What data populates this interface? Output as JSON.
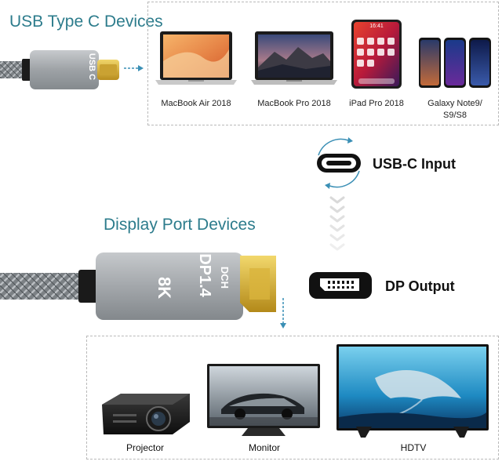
{
  "usb_section": {
    "title": "USB Type C Devices",
    "connector_text": "USB C",
    "devices": [
      {
        "label": "MacBook Air 2018",
        "icon": "laptop-icon"
      },
      {
        "label": "MacBook Pro 2018",
        "icon": "laptop-icon"
      },
      {
        "label": "iPad Pro 2018",
        "icon": "tablet-icon"
      },
      {
        "label": "Galaxy Note9/",
        "label2": "S9/S8",
        "icon": "phone-icon"
      }
    ],
    "ipad_time": "16:41"
  },
  "dp_section": {
    "title": "Display Port Devices",
    "connector_text_1": "DP1.4",
    "connector_text_2": "8K",
    "brand": "DCH",
    "devices": [
      {
        "label": "Projector",
        "icon": "projector-icon"
      },
      {
        "label": "Monitor",
        "icon": "monitor-icon"
      },
      {
        "label": "HDTV",
        "icon": "tv-icon"
      }
    ]
  },
  "ports": {
    "input_label": "USB-C Input",
    "output_label": "DP Output"
  },
  "colors": {
    "title": "#2d7c8c",
    "accent_arrow": "#3a8fb5",
    "cable": "#8a8e92",
    "connector": "#a4a8ad",
    "gold": "#d8b43a"
  }
}
